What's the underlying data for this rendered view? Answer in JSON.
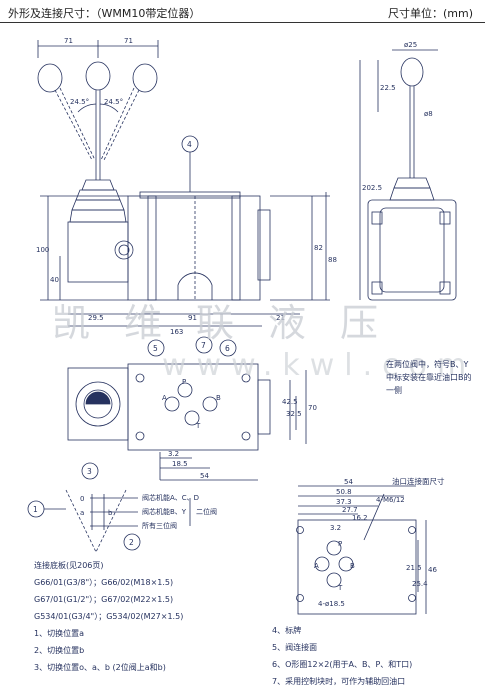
{
  "header": {
    "title": "外形及连接尺寸：（WMM10带定位器）",
    "unit": "尺寸单位：(mm)"
  },
  "watermark": {
    "company": "凯维联液压",
    "url": "www.kwl.com"
  },
  "dims": {
    "d71a": "71",
    "d71b": "71",
    "a1": "24.5°",
    "a2": "24.5°",
    "d100": "100",
    "d40": "40",
    "d295": "29.5",
    "d163": "163",
    "d91": "91",
    "d21": "21",
    "d82": "82",
    "d88": "88",
    "phi25": "ø25",
    "d225": "22.5",
    "phi8": "ø8",
    "d2025": "202.5",
    "d425": "42.5",
    "d70": "70",
    "d325": "32.5",
    "d32": "3.2",
    "d185": "18.5",
    "d54a": "54",
    "d54b": "54",
    "d508": "50.8",
    "d373": "37.3",
    "d277": "27.7",
    "d162": "16.2",
    "d32b": "3.2",
    "d215": "21.5",
    "d46": "46",
    "d254": "25.4",
    "n612": "4-M6/12",
    "phi185": "4-ø18.5"
  },
  "callouts": {
    "c1": "1",
    "c2": "2",
    "c3": "3",
    "c4": "4",
    "c5": "5",
    "c6": "6",
    "c7": "7"
  },
  "schematic": {
    "pos_o": "0",
    "pos_a": "a",
    "pos_b": "b",
    "row1": "阀芯机能A、C、D",
    "row2": "阀芯机能B、Y",
    "row3": "所有三位阀",
    "row_right": "二位阀"
  },
  "ports": {
    "p": "P",
    "a": "A",
    "b": "B",
    "t": "T",
    "pa": "A",
    "pb": "B",
    "pt": "T",
    "pp": "P"
  },
  "port_face_title": "油口连接面尺寸",
  "note_b_y": "在两位阀中，符号B、Y中标安装在靠近油口B的一侧",
  "subplate": {
    "title": "连接底板(见206页)",
    "lines": [
      "G66/01(G3/8\"）；G66/02(M18×1.5)",
      "G67/01(G1/2\"）；G67/02(M22×1.5)",
      "G534/01(G3/4\"）；G534/02(M27×1.5)"
    ]
  },
  "legend_left": [
    "1、切换位置a",
    "2、切换位置b",
    "3、切换位置o、a、b (2位阀上a和b)"
  ],
  "legend_right": [
    "4、标牌",
    "5、阀连接面",
    "6、O形圈12×2(用于A、B、P、和T口)",
    "7、采用控制块时，可作为辅助回油口"
  ]
}
